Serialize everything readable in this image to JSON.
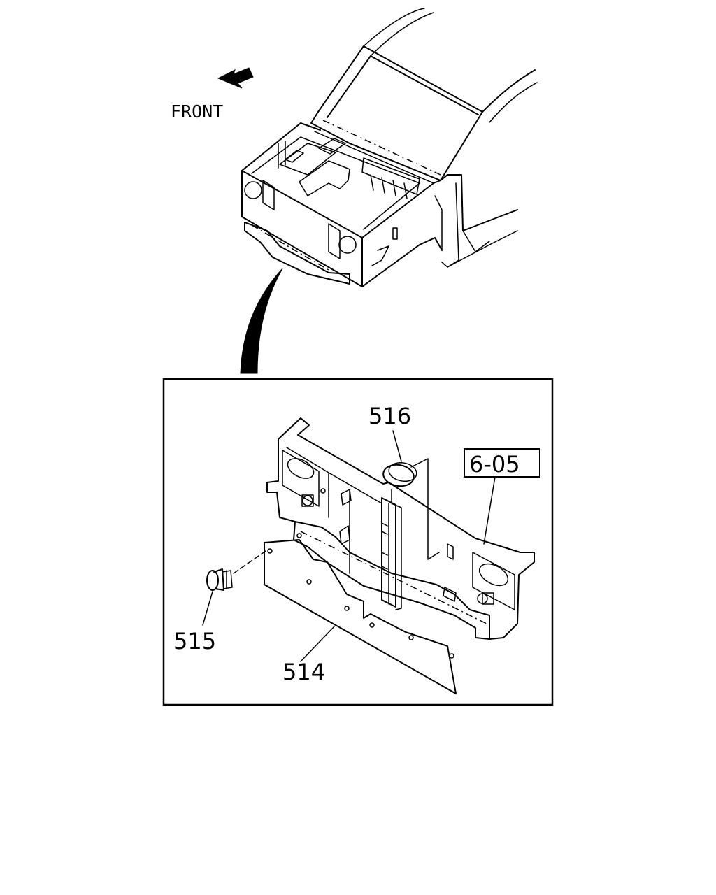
{
  "direction_label": "FRONT",
  "callouts": {
    "p514": "514",
    "p515": "515",
    "p516": "516",
    "ref": "6-05"
  }
}
